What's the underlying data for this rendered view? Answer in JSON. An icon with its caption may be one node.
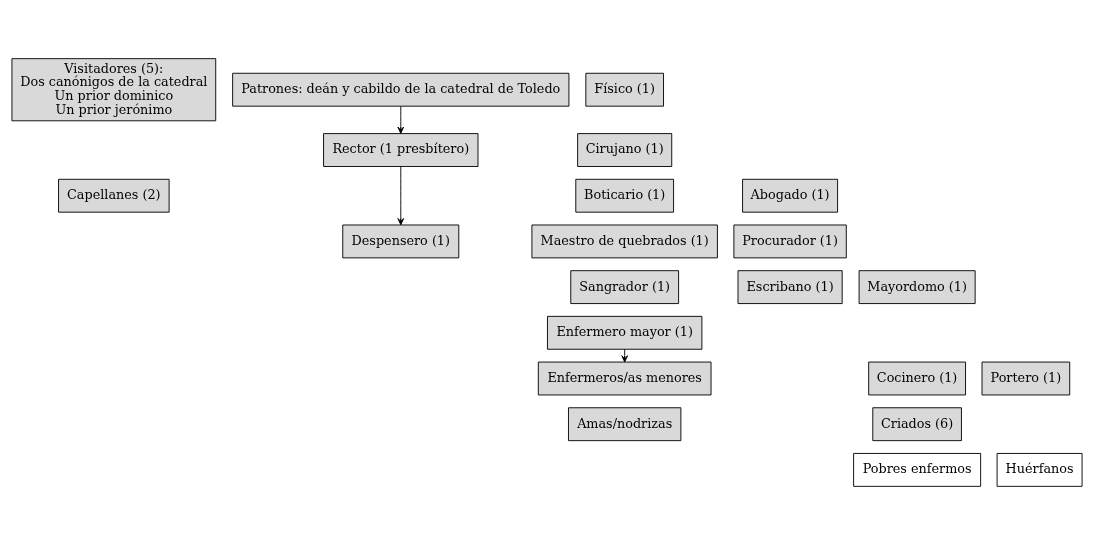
{
  "diagram": {
    "nodes": [
      {
        "text": [
          "Visitadores (5):",
          "Dos canónigos de la catedral",
          "Un prior dominico",
          "Un prior jerónimo"
        ]
      },
      {
        "text": [
          "Patrones: deán y cabildo de la catedral de Toledo"
        ]
      },
      {
        "text": [
          "Físico (1)"
        ]
      },
      {
        "text": [
          "Cirujano (1)"
        ]
      },
      {
        "text": [
          "Rector (1 presbítero)"
        ]
      },
      {
        "text": [
          "Boticario (1)"
        ]
      },
      {
        "text": [
          "Capellanes (2)"
        ]
      },
      {
        "text": [
          "Abogado (1)"
        ]
      },
      {
        "text": [
          "Despensero (1)"
        ]
      },
      {
        "text": [
          "Maestro de quebrados (1)"
        ]
      },
      {
        "text": [
          "Procurador (1)"
        ]
      },
      {
        "text": [
          "Sangrador (1)"
        ]
      },
      {
        "text": [
          "Mayordomo (1)"
        ]
      },
      {
        "text": [
          "Escribano (1)"
        ]
      },
      {
        "text": [
          "Enfermero mayor (1)"
        ]
      },
      {
        "text": [
          "Cocinero (1)"
        ]
      },
      {
        "text": [
          "Portero (1)"
        ]
      },
      {
        "text": [
          "Enfermeros/as menores"
        ]
      },
      {
        "text": [
          "Criados (6)"
        ]
      },
      {
        "text": [
          "Amas/nodrizas"
        ]
      },
      {
        "text": [
          "Pobres enfermos"
        ]
      },
      {
        "text": [
          "Huérfanos"
        ]
      }
    ],
    "edges": [
      {
        "from": 1,
        "to": 4,
        "arrow": "to"
      },
      {
        "from": 4,
        "to": 8,
        "arrow": "to"
      },
      {
        "from": 14,
        "to": 17,
        "arrow": "to"
      }
    ]
  }
}
